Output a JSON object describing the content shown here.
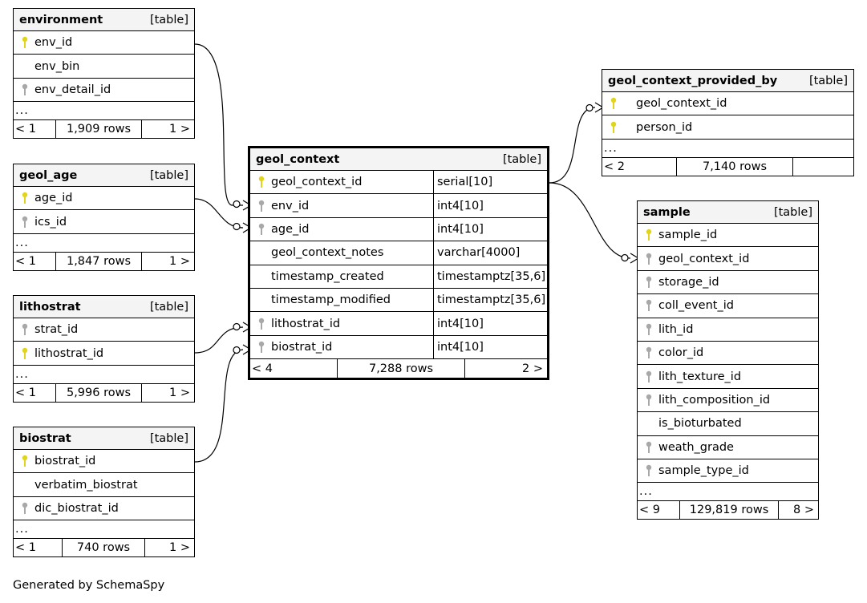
{
  "tables": {
    "environment": {
      "name": "environment",
      "tag": "[table]",
      "columns": [
        {
          "name": "env_id",
          "key": "primary"
        },
        {
          "name": "env_bin",
          "key": "none"
        },
        {
          "name": "env_detail_id",
          "key": "foreign"
        }
      ],
      "more": "...",
      "footer": {
        "left": "< 1",
        "mid": "1,909 rows",
        "right": "1 >"
      }
    },
    "geol_age": {
      "name": "geol_age",
      "tag": "[table]",
      "columns": [
        {
          "name": "age_id",
          "key": "primary"
        },
        {
          "name": "ics_id",
          "key": "foreign"
        }
      ],
      "more": "...",
      "footer": {
        "left": "< 1",
        "mid": "1,847 rows",
        "right": "1 >"
      }
    },
    "lithostrat": {
      "name": "lithostrat",
      "tag": "[table]",
      "columns": [
        {
          "name": "strat_id",
          "key": "foreign"
        },
        {
          "name": "lithostrat_id",
          "key": "primary"
        }
      ],
      "more": "...",
      "footer": {
        "left": "< 1",
        "mid": "5,996 rows",
        "right": "1 >"
      }
    },
    "biostrat": {
      "name": "biostrat",
      "tag": "[table]",
      "columns": [
        {
          "name": "biostrat_id",
          "key": "primary"
        },
        {
          "name": "verbatim_biostrat",
          "key": "none"
        },
        {
          "name": "dic_biostrat_id",
          "key": "foreign"
        }
      ],
      "more": "...",
      "footer": {
        "left": "< 1",
        "mid": "740 rows",
        "right": "1 >"
      }
    },
    "geol_context": {
      "name": "geol_context",
      "tag": "[table]",
      "columns": [
        {
          "name": "geol_context_id",
          "type": "serial[10]",
          "key": "primary"
        },
        {
          "name": "env_id",
          "type": "int4[10]",
          "key": "foreign"
        },
        {
          "name": "age_id",
          "type": "int4[10]",
          "key": "foreign"
        },
        {
          "name": "geol_context_notes",
          "type": "varchar[4000]",
          "key": "none"
        },
        {
          "name": "timestamp_created",
          "type": "timestamptz[35,6]",
          "key": "none"
        },
        {
          "name": "timestamp_modified",
          "type": "timestamptz[35,6]",
          "key": "none"
        },
        {
          "name": "lithostrat_id",
          "type": "int4[10]",
          "key": "foreign"
        },
        {
          "name": "biostrat_id",
          "type": "int4[10]",
          "key": "foreign"
        }
      ],
      "footer": {
        "left": "< 4",
        "mid": "7,288 rows",
        "right": "2 >"
      }
    },
    "geol_context_provided_by": {
      "name": "geol_context_provided_by",
      "tag": "[table]",
      "columns": [
        {
          "name": "geol_context_id",
          "key": "primary"
        },
        {
          "name": "person_id",
          "key": "primary"
        }
      ],
      "more": "...",
      "footer": {
        "left": "< 2",
        "mid": "7,140 rows",
        "right": ""
      }
    },
    "sample": {
      "name": "sample",
      "tag": "[table]",
      "columns": [
        {
          "name": "sample_id",
          "key": "primary"
        },
        {
          "name": "geol_context_id",
          "key": "foreign"
        },
        {
          "name": "storage_id",
          "key": "foreign"
        },
        {
          "name": "coll_event_id",
          "key": "foreign"
        },
        {
          "name": "lith_id",
          "key": "foreign"
        },
        {
          "name": "color_id",
          "key": "foreign"
        },
        {
          "name": "lith_texture_id",
          "key": "foreign"
        },
        {
          "name": "lith_composition_id",
          "key": "foreign"
        },
        {
          "name": "is_bioturbated",
          "key": "none"
        },
        {
          "name": "weath_grade",
          "key": "foreign"
        },
        {
          "name": "sample_type_id",
          "key": "foreign"
        }
      ],
      "more": "...",
      "footer": {
        "left": "< 9",
        "mid": "129,819 rows",
        "right": "8 >"
      }
    }
  },
  "colors": {
    "primary_key": "#e2d41a",
    "foreign_key": "#a8a8a8",
    "header_bg": "#f4f4f4"
  },
  "generated_by": "Generated by SchemaSpy"
}
